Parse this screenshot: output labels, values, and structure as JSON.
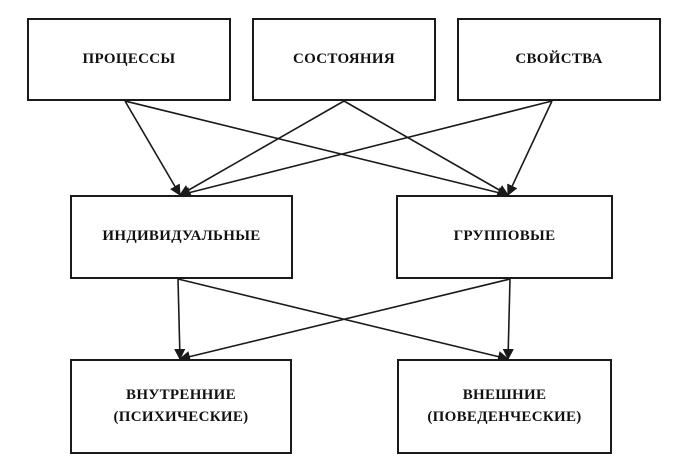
{
  "nodes": {
    "processes": "ПРОЦЕССЫ",
    "states": "СОСТОЯНИЯ",
    "properties": "СВОЙСТВА",
    "individual": "ИНДИВИДУАЛЬНЫЕ",
    "group": "ГРУППОВЫЕ",
    "internal": {
      "line1": "ВНУТРЕННИЕ",
      "line2": "(ПСИХИЧЕСКИЕ)"
    },
    "external": {
      "line1": "ВНЕШНИЕ",
      "line2": "(ПОВЕДЕНЧЕСКИЕ)"
    }
  },
  "edges": [
    {
      "from": "processes",
      "to": "individual"
    },
    {
      "from": "processes",
      "to": "group"
    },
    {
      "from": "states",
      "to": "individual"
    },
    {
      "from": "states",
      "to": "group"
    },
    {
      "from": "properties",
      "to": "individual"
    },
    {
      "from": "properties",
      "to": "group"
    },
    {
      "from": "individual",
      "to": "internal"
    },
    {
      "from": "individual",
      "to": "external"
    },
    {
      "from": "group",
      "to": "internal"
    },
    {
      "from": "group",
      "to": "external"
    }
  ],
  "colors": {
    "line": "#1a1a1a",
    "background": "#ffffff"
  }
}
